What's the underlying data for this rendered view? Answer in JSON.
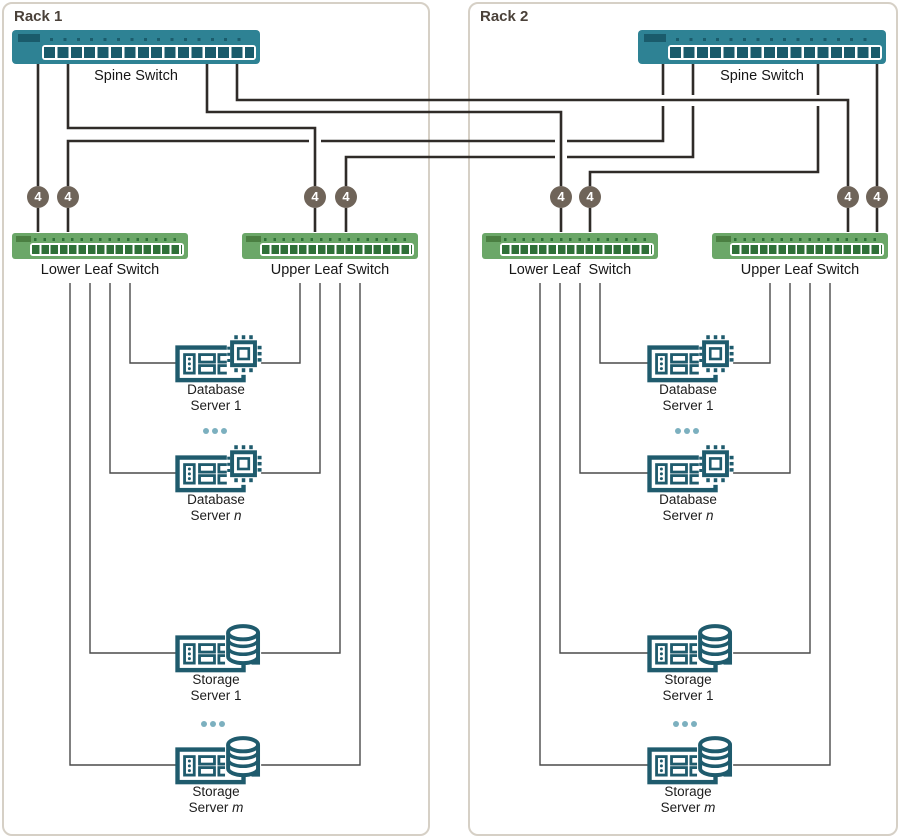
{
  "racks": [
    {
      "label": "Rack 1",
      "spine_switch": {
        "label": "Spine Switch"
      },
      "leaf_switches": [
        {
          "label": "Lower Leaf Switch"
        },
        {
          "label": "Upper Leaf Switch"
        }
      ],
      "uplink_badges": [
        "4",
        "4",
        "4",
        "4"
      ],
      "servers": [
        {
          "kind": "database-server",
          "name_line1": "Database",
          "name_line2": "Server",
          "index_plain": "1",
          "index_italic": ""
        },
        {
          "kind": "database-server",
          "name_line1": "Database",
          "name_line2": "Server",
          "index_plain": "",
          "index_italic": "n"
        },
        {
          "kind": "storage-server",
          "name_line1": "Storage",
          "name_line2": "Server",
          "index_plain": "1",
          "index_italic": ""
        },
        {
          "kind": "storage-server",
          "name_line1": "Storage",
          "name_line2": "Server",
          "index_plain": "",
          "index_italic": "m"
        }
      ]
    },
    {
      "label": "Rack 2",
      "spine_switch": {
        "label": "Spine Switch"
      },
      "leaf_switches": [
        {
          "label": "Lower Leaf  Switch"
        },
        {
          "label": "Upper Leaf Switch"
        }
      ],
      "uplink_badges": [
        "4",
        "4",
        "4",
        "4"
      ],
      "servers": [
        {
          "kind": "database-server",
          "name_line1": "Database",
          "name_line2": "Server",
          "index_plain": "1",
          "index_italic": ""
        },
        {
          "kind": "database-server",
          "name_line1": "Database",
          "name_line2": "Server",
          "index_plain": "",
          "index_italic": "n"
        },
        {
          "kind": "storage-server",
          "name_line1": "Storage",
          "name_line2": "Server",
          "index_plain": "1",
          "index_italic": ""
        },
        {
          "kind": "storage-server",
          "name_line1": "Storage",
          "name_line2": "Server",
          "index_plain": "",
          "index_italic": "m"
        }
      ]
    }
  ],
  "link_badge_meaning": "4",
  "colors": {
    "spine_switch": "#2e8294",
    "spine_switch_dark": "#1a5b6b",
    "leaf_switch": "#6ba768",
    "leaf_switch_dark": "#2f7038",
    "badge": "#6f6459",
    "server_icon": "#1f5b6d",
    "spine_link": "#2f2b28",
    "server_link": "#4a4a4a",
    "rack_border": "#d6d0c6",
    "rack_label": "#4a4139",
    "ellipsis_dot": "#7cb0bf"
  }
}
